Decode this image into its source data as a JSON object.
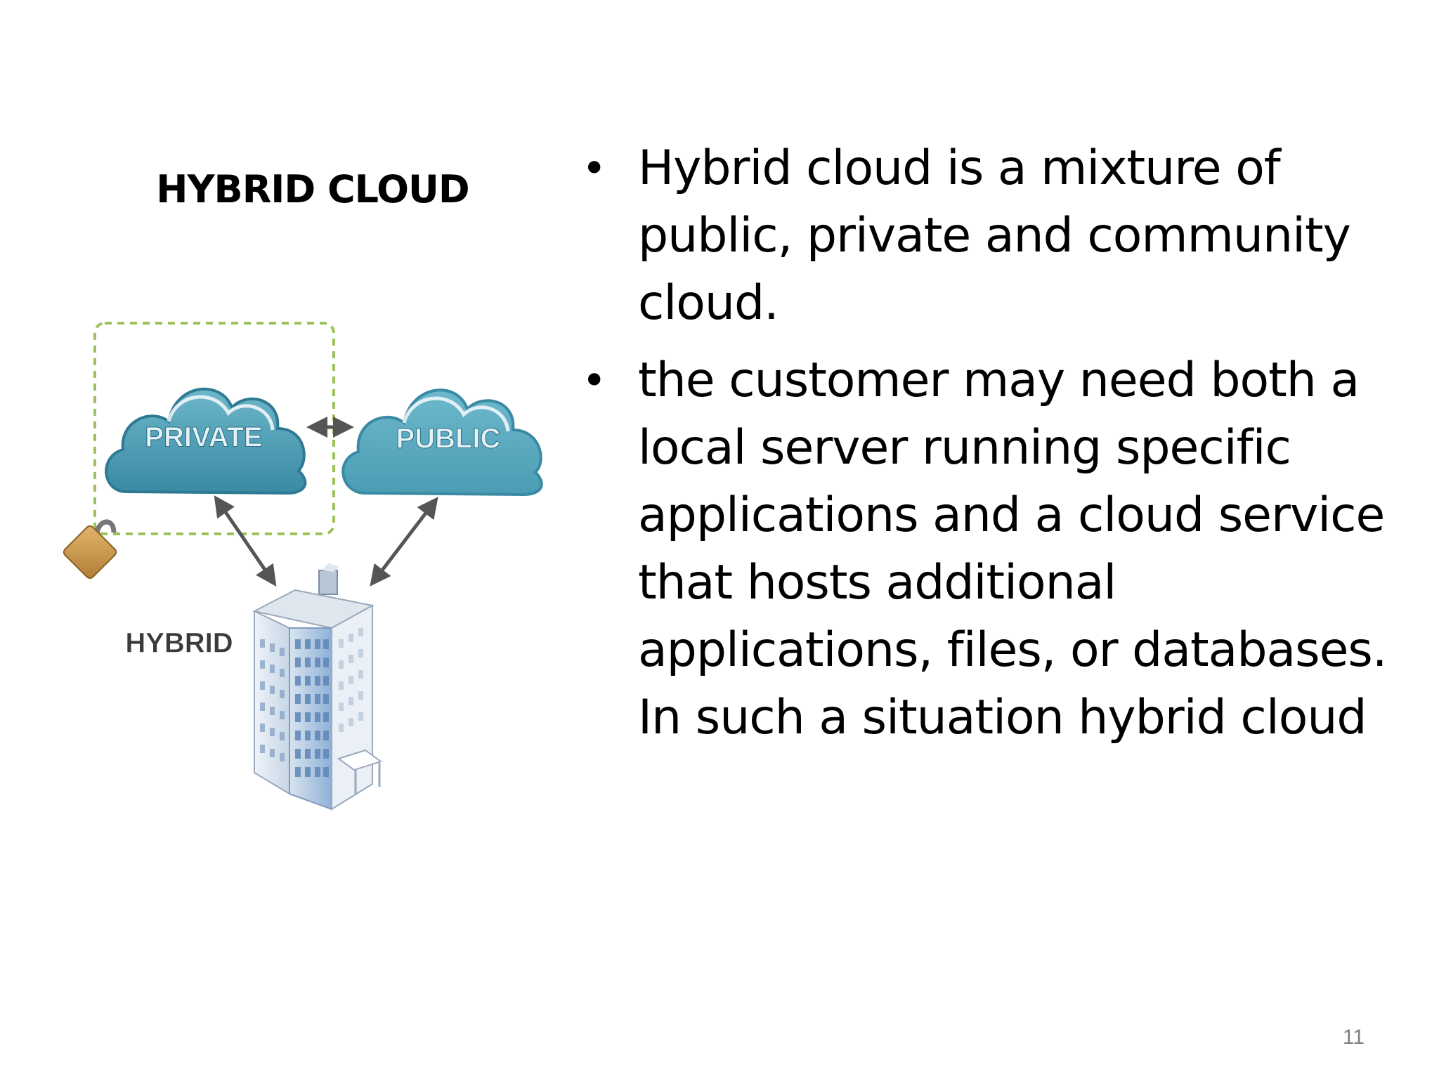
{
  "slide": {
    "title": "HYBRID CLOUD",
    "page_number": "11"
  },
  "diagram": {
    "labels": {
      "private": "PRIVATE",
      "public": "PUBLIC",
      "hybrid": "HYBRID"
    },
    "colors": {
      "cloud_fill": "#4a9bb2",
      "cloud_dark": "#2f7a93",
      "dashed_border": "#9bc25a",
      "lock": "#c9974a",
      "building": "#a9c1dc",
      "arrow": "#555555"
    },
    "icons": [
      "cloud-icon",
      "lock-icon",
      "building-icon",
      "double-arrow-icon"
    ]
  },
  "bullets": {
    "marker": "•",
    "items": [
      "Hybrid cloud is a mixture of public, private and community cloud.",
      "the customer may need both a local server running specific applications and a cloud service that hosts additional applications, files, or databases.  In such a situation hybrid cloud"
    ]
  }
}
